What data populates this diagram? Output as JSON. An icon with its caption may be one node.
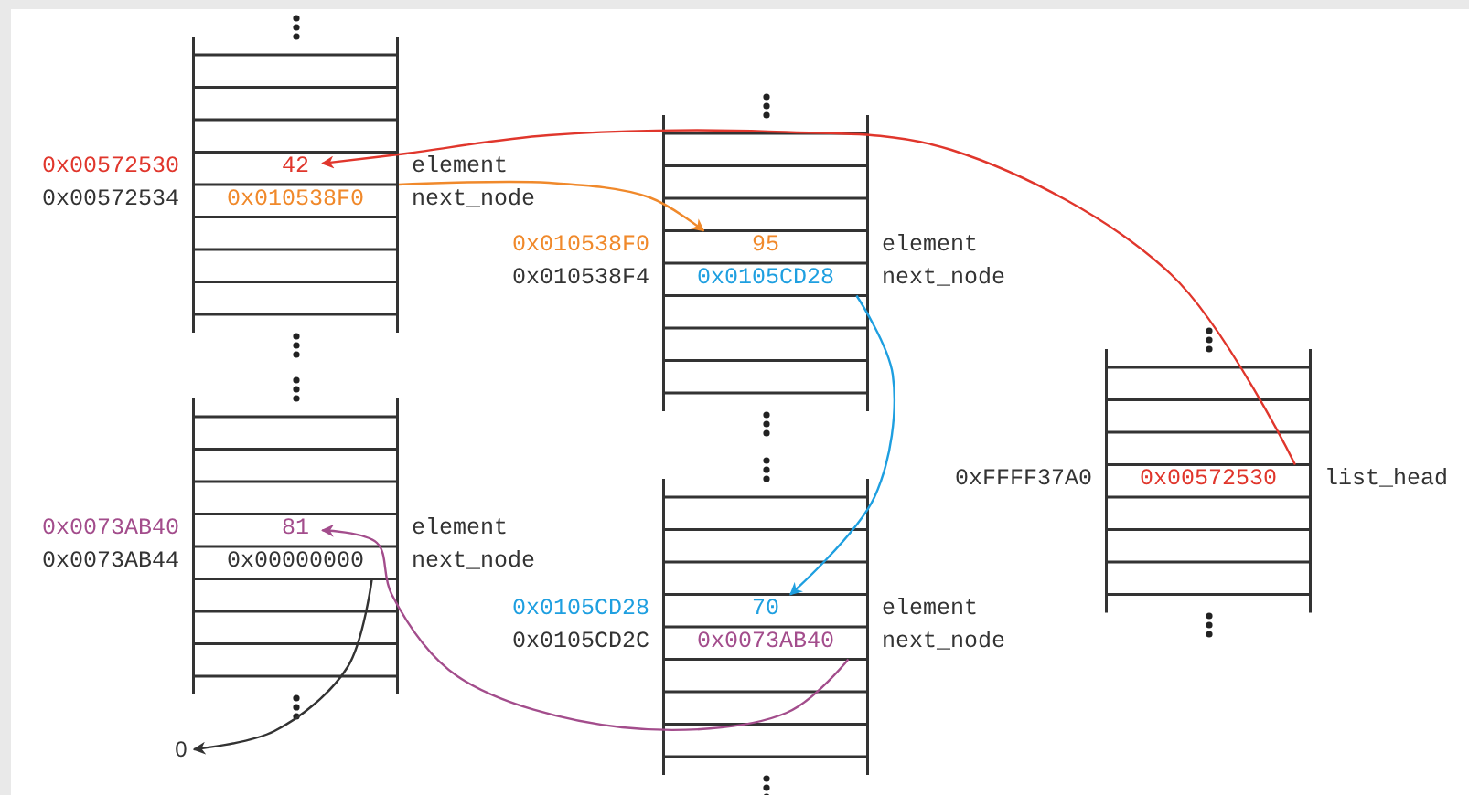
{
  "diagram": {
    "nodes": [
      {
        "text": [],
        "shape": "box"
      },
      {
        "text": [
          "42"
        ],
        "in": 0
      },
      {
        "text": [
          "0x010538F0"
        ],
        "in": 0
      },
      {
        "text": [],
        "shape": "box"
      },
      {
        "text": [
          "95"
        ],
        "in": 3
      },
      {
        "text": [
          "0x0105CD28"
        ],
        "in": 3
      },
      {
        "text": [],
        "shape": "box"
      },
      {
        "text": [
          "81"
        ],
        "in": 6
      },
      {
        "text": [
          "0x00000000"
        ],
        "in": 6
      },
      {
        "text": [],
        "shape": "box"
      },
      {
        "text": [
          "70"
        ],
        "in": 9
      },
      {
        "text": [
          "0x0073AB40"
        ],
        "in": 9
      },
      {
        "text": [],
        "shape": "box"
      },
      {
        "text": [
          "0x00572530"
        ],
        "in": 12
      },
      {
        "text": [
          "0"
        ]
      }
    ],
    "edges": [
      {
        "from": 13,
        "to": 1,
        "arrow": "to",
        "color": "#e0362c"
      },
      {
        "from": 2,
        "to": 4,
        "arrow": "to",
        "color": "#f0892b"
      },
      {
        "from": 5,
        "to": 10,
        "arrow": "to",
        "color": "#1e9fe0"
      },
      {
        "from": 11,
        "to": 7,
        "arrow": "to",
        "color": "#a34d8c"
      },
      {
        "from": 8,
        "to": 14,
        "arrow": "to",
        "color": "#333333"
      }
    ],
    "labels": [
      "0x00572530",
      "element",
      "0x00572534",
      "next_node",
      "0x010538F0",
      "element",
      "0x010538F4",
      "next_node",
      "0xFFFF37A0",
      "list_head",
      "0x0073AB40",
      "element",
      "0x0073AB44",
      "next_node",
      "0x0105CD28",
      "element",
      "0x0105CD2C",
      "next_node"
    ]
  }
}
